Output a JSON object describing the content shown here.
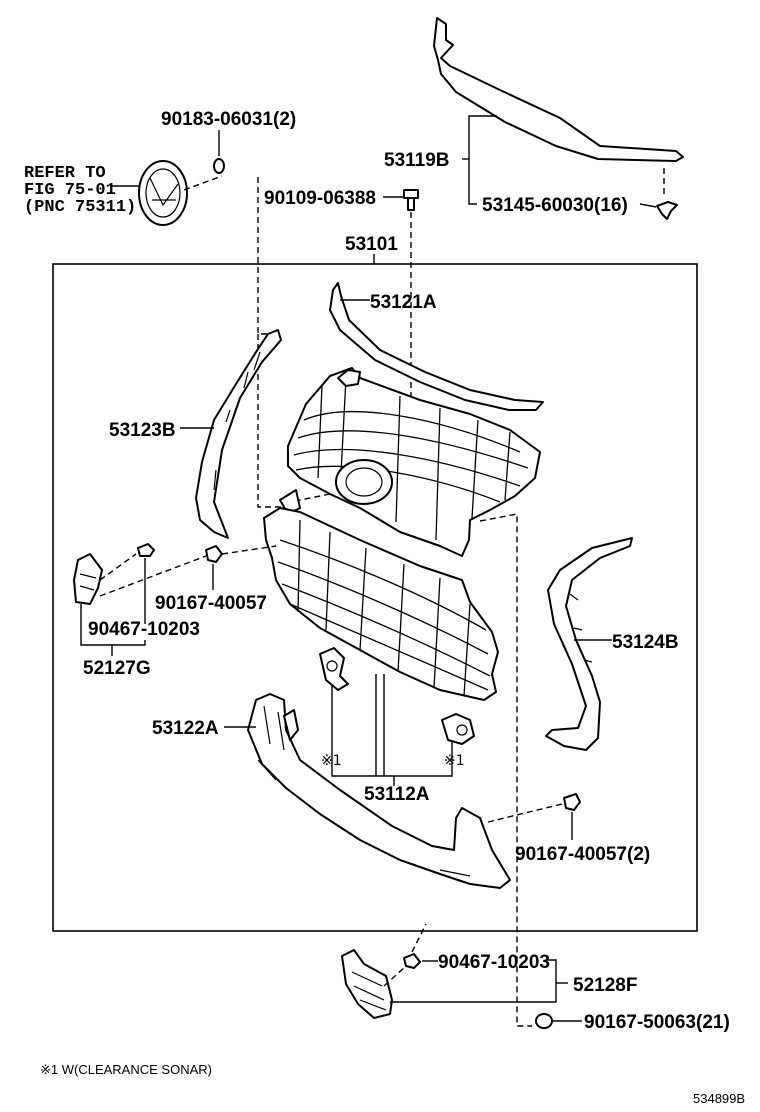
{
  "labels": {
    "p90183": "90183-06031(2)",
    "p90109": "90109-06388",
    "p53119b": "53119B",
    "p53145": "53145-60030(16)",
    "p53101": "53101",
    "p53121a": "53121A",
    "p53123b": "53123B",
    "p90167a": "90167-40057",
    "p90467a": "90467-10203",
    "p52127g": "52127G",
    "p53124b": "53124B",
    "p53122a": "53122A",
    "p53112a": "53112A",
    "p90167b": "90167-40057(2)",
    "p90467b": "90467-10203",
    "p52128f": "52128F",
    "p90167c": "90167-50063(21)"
  },
  "refer": {
    "line1": "REFER TO",
    "line2": "FIG 75-01",
    "line3": "(PNC 75311)"
  },
  "mark": {
    "left": "※1",
    "right": "※1"
  },
  "footnote": "※1 W(CLEARANCE SONAR)",
  "illustration_code": "534899B"
}
